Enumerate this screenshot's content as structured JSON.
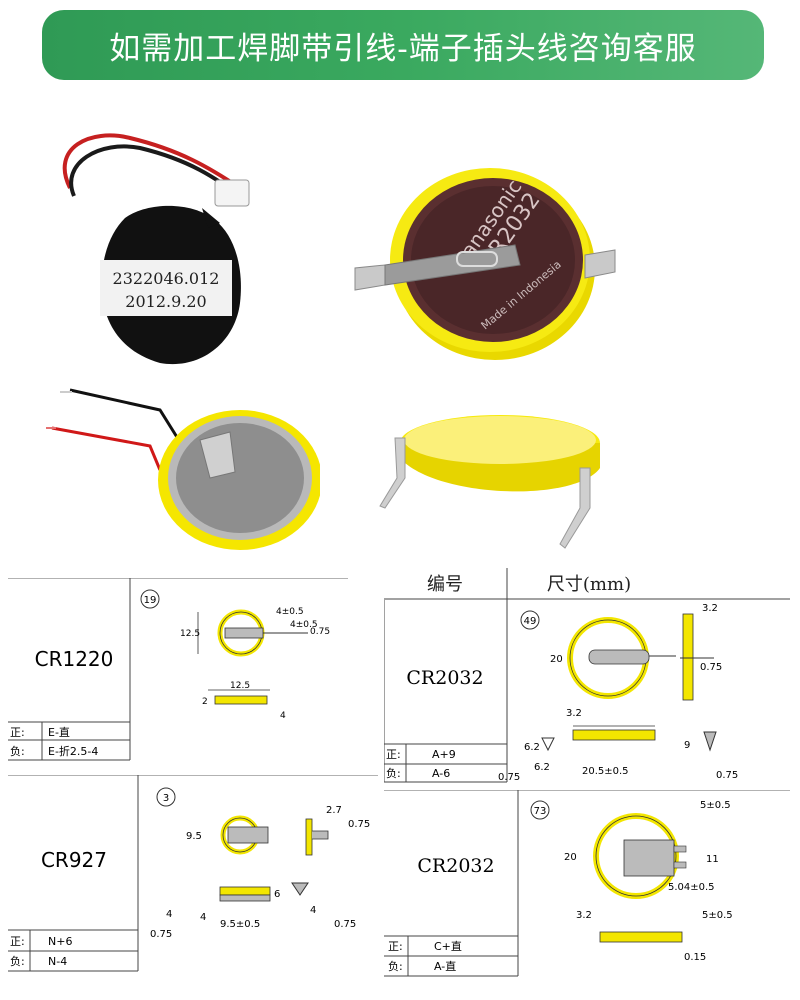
{
  "banner": {
    "text": "如需加工焊脚带引线-端子插头线咨询客服"
  },
  "photos": {
    "label_line1": "2322046.012",
    "label_line2": "2012.9.20",
    "panasonic_text": "Panasonic",
    "model_text": "CR2032",
    "made_in": "Made in Indonesia"
  },
  "table_header": {
    "code": "编号",
    "size": "尺寸(mm)"
  },
  "drawings": [
    {
      "model": "CR1220",
      "index": "19",
      "pos_label": "正:",
      "pos_value": "E-直",
      "neg_label": "负:",
      "neg_value": "E-折2.5-4",
      "dims": [
        "4±0.5",
        "4±0.5",
        "12.5",
        "0.75",
        "12.5",
        "2",
        "4"
      ]
    },
    {
      "model": "CR2032",
      "index": "49",
      "pos_label": "正:",
      "pos_value": "A+9",
      "neg_label": "负:",
      "neg_value": "A-6",
      "dims": [
        "3.2",
        "20",
        "0.75",
        "3.2",
        "6.2",
        "6.2",
        "20.5±0.5",
        "9",
        "0.75",
        "0.75"
      ]
    },
    {
      "model": "CR927",
      "index": "3",
      "pos_label": "正:",
      "pos_value": "N+6",
      "neg_label": "负:",
      "neg_value": "N-4",
      "dims": [
        "2.7",
        "9.5",
        "0.75",
        "6",
        "4",
        "4",
        "9.5±0.5",
        "4",
        "0.75",
        "0.75"
      ]
    },
    {
      "model": "CR2032",
      "index": "73",
      "pos_label": "正:",
      "pos_value": "C+直",
      "neg_label": "负:",
      "neg_value": "A-直",
      "dims": [
        "5±0.5",
        "20",
        "11",
        "5.04±0.5",
        "3.2",
        "5±0.5",
        "0.15"
      ]
    }
  ],
  "colors": {
    "banner_green": "#3aa95f",
    "battery_yellow": "#f3e600",
    "line": "#444444"
  }
}
